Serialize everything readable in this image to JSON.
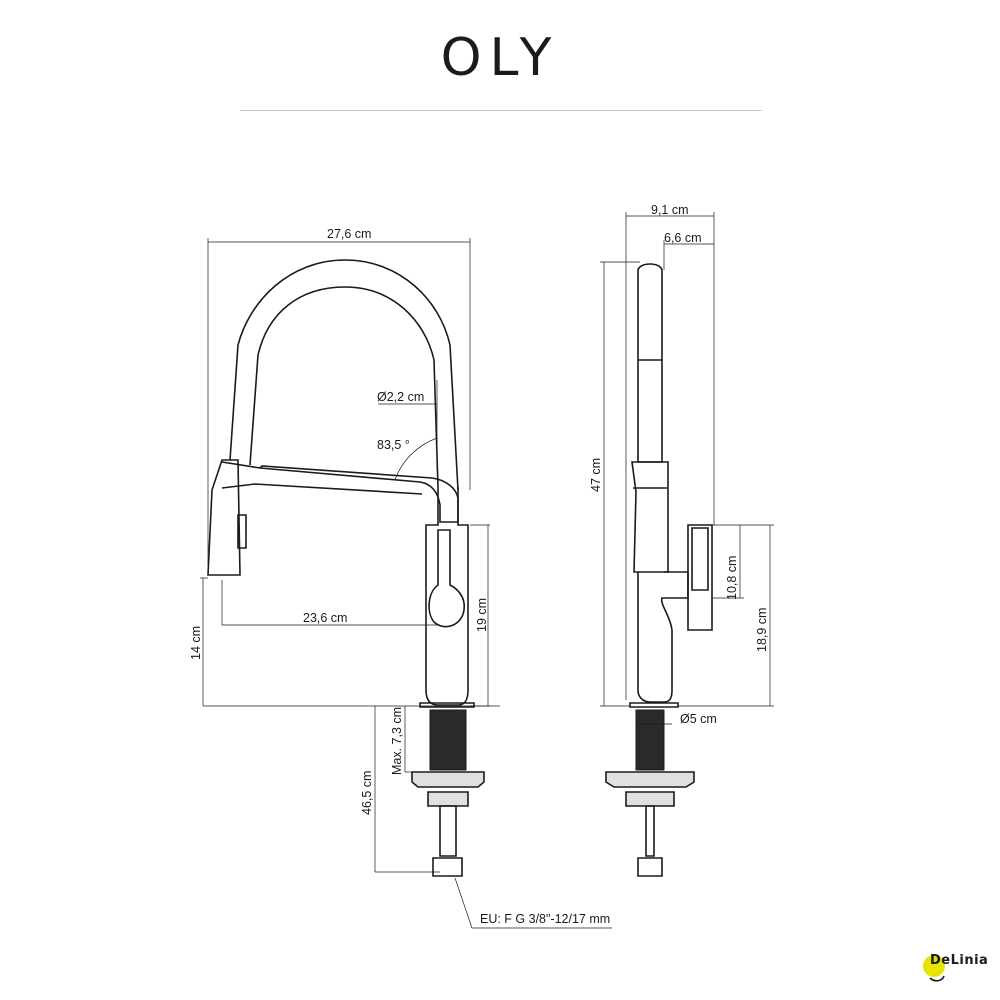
{
  "title": "OLY",
  "brand": {
    "name": "Delinia",
    "logo_text": "DeLinia",
    "accent_color": "#e8e400"
  },
  "colors": {
    "line": "#1b1b1b",
    "thin": "#555555",
    "rule": "#c8c8c8"
  },
  "front_view": {
    "width": "27,6 cm",
    "spout_diameter": "Ø2,2 cm",
    "angle": "83,5 °",
    "reach": "23,6 cm",
    "lever_height": "19 cm",
    "outlet_height": "14 cm",
    "max_thickness": "Max. 7,3 cm",
    "hose_length": "46,5 cm",
    "connection": "EU: F G  3/8\"-12/17 mm"
  },
  "side_view": {
    "depth_total": "9,1 cm",
    "depth_head": "6,6 cm",
    "height": "47 cm",
    "handle_height": "10,8 cm",
    "handle_top": "18,9 cm",
    "base_diameter": "Ø5 cm"
  }
}
